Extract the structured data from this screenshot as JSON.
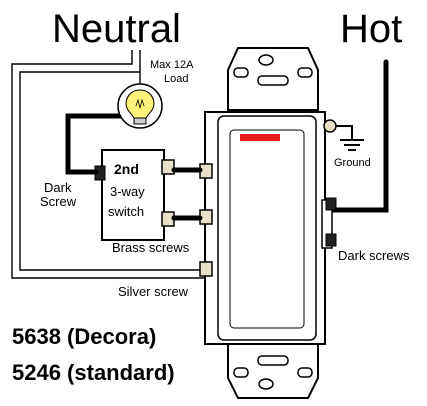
{
  "labels": {
    "neutral": "Neutral",
    "hot": "Hot",
    "load_line1": "Max 12A",
    "load_line2": "Load",
    "ground": "Ground",
    "dark_screw_line1": "Dark",
    "dark_screw_line2": "Screw",
    "switch2_line1": "2nd",
    "switch2_line2": "3-way",
    "switch2_line3": "switch",
    "brass_screws": "Brass screws",
    "dark_screws": "Dark screws",
    "silver_screw": "Silver screw",
    "model_decora": "5638 (Decora)",
    "model_standard": "5246 (standard)"
  },
  "colors": {
    "indicator": "#e8181a",
    "bulb": "#fff27a",
    "screw": "#e8e0c8",
    "wire": "#000000"
  },
  "icons": {
    "bulb": "light-bulb-icon",
    "ground": "ground-symbol-icon"
  }
}
